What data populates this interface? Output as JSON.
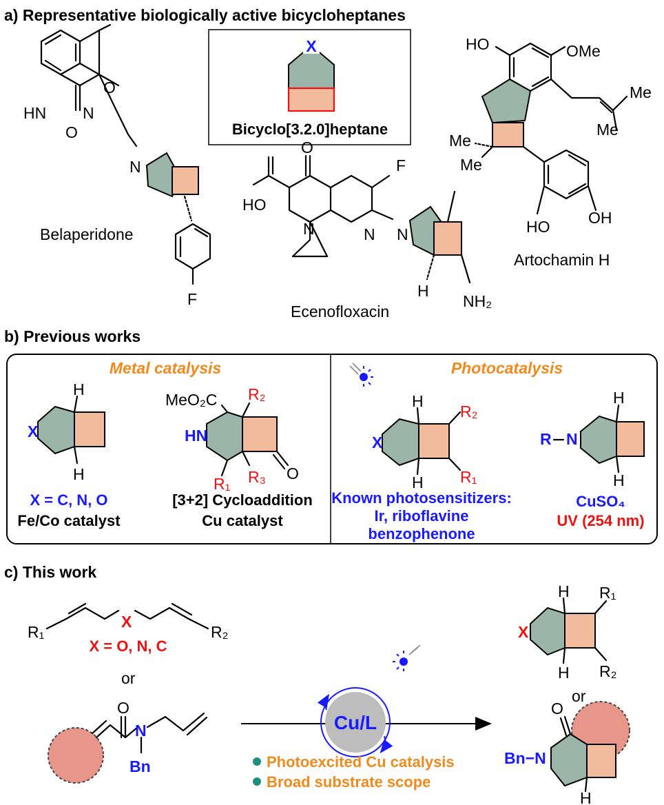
{
  "panel_a": {
    "heading": "a) Representative biologically active bicycloheptanes",
    "core_x": "X",
    "core_label": "Bicyclo[3.2.0]heptane",
    "belaperidone": {
      "name": "Belaperidone",
      "o1": "O",
      "o2": "O",
      "nh": "HN",
      "n": "N",
      "n_ring": "N",
      "f": "F"
    },
    "ecenofloxacin": {
      "name": "Ecenofloxacin",
      "o": "O",
      "ho": "HO",
      "f": "F",
      "n1": "N",
      "n2": "N",
      "n3": "N",
      "h": "H",
      "nh2": "NH₂"
    },
    "artochamin": {
      "name": "Artochamin H",
      "ho": "HO",
      "ome": "OMe",
      "me1": "Me",
      "me2": "Me",
      "me3": "Me",
      "me4": "Me",
      "ho2": "HO",
      "oh": "OH"
    }
  },
  "panel_b": {
    "heading": "b) Previous works",
    "metal_title": "Metal catalysis",
    "photo_title": "Photocatalysis",
    "m1": {
      "x": "X",
      "h_top": "H",
      "h_bot": "H",
      "line1": "X = C, N, O",
      "line2": "Fe/Co catalyst"
    },
    "m2": {
      "meo2c": "MeO₂C",
      "r2": "R₂",
      "hn": "HN",
      "r1": "R₁",
      "r3": "R₃",
      "o": "O",
      "line1": "[3+2] Cycloaddition",
      "line2": "Cu catalyst"
    },
    "p1": {
      "x": "X",
      "h_top": "H",
      "h_bot": "H",
      "r2": "R₂",
      "r1": "R₁",
      "line1": "Known photosensitizers:",
      "line2": "Ir, riboflavine",
      "line3": "benzophenone"
    },
    "p2": {
      "r": "R",
      "n": "N",
      "h_top": "H",
      "h_bot": "H",
      "line1": "CuSO₄",
      "line2": "UV (254 nm)"
    }
  },
  "panel_c": {
    "heading": "c) This work",
    "r1": "R₁",
    "x": "X",
    "r2": "R₂",
    "x_def": "X = O, N, C",
    "or1": "or",
    "o": "O",
    "n": "N",
    "bn": "Bn",
    "catalyst": "Cu/L",
    "bullet1": "Photoexcited Cu catalysis",
    "bullet2": "Broad substrate scope",
    "prod_x": "X",
    "prod_h_top": "H",
    "prod_h_bot": "H",
    "prod_r1": "R₁",
    "prod_r2": "R₂",
    "or2": "or",
    "prod2_o": "O",
    "prod2_bnn": "Bn−N",
    "prod2_h": "H"
  },
  "colors": {
    "teal": "#9cb5ab",
    "peach": "#f2bb9c",
    "pink": "#e8958a",
    "red": "#ee1111",
    "blue": "#1a1aff",
    "orange": "#f08a1c",
    "grey": "#bdbdbd",
    "teal_dot": "#1d8f80"
  }
}
